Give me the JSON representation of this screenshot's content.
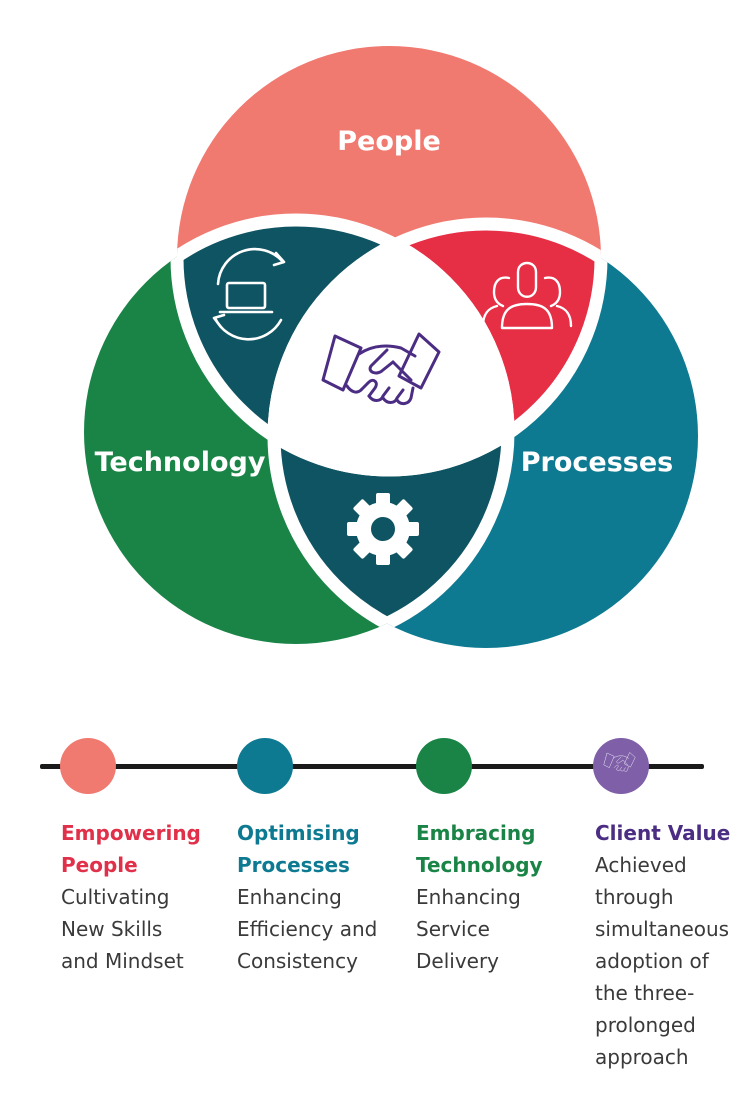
{
  "diagram": {
    "circles": [
      {
        "id": "people",
        "label": "People",
        "color": "#f07970"
      },
      {
        "id": "technology",
        "label": "Technology",
        "color": "#1a8447"
      },
      {
        "id": "processes",
        "label": "Processes",
        "color": "#0e7a91"
      }
    ],
    "overlap_colors": {
      "people_technology": "#0f5462",
      "people_processes": "#e62e45",
      "technology_processes": "#0f5462",
      "center": "#ffffff"
    },
    "icons": {
      "people_technology": "laptop-refresh-icon",
      "people_processes": "team-icon",
      "technology_processes": "gear-icon",
      "center": "handshake-icon"
    },
    "accent_purple": "#4b2d83"
  },
  "timeline": {
    "items": [
      {
        "title_line1": "Empowering",
        "title_line2": "People",
        "title_color": "#e0304a",
        "dot_color": "#f07970",
        "desc": [
          "Cultivating",
          "New Skills",
          "and Mindset"
        ]
      },
      {
        "title_line1": "Optimising",
        "title_line2": "Processes",
        "title_color": "#0e7a91",
        "dot_color": "#0e7a91",
        "desc": [
          "Enhancing",
          "Efficiency and",
          "Consistency"
        ]
      },
      {
        "title_line1": "Embracing",
        "title_line2": "Technology",
        "title_color": "#1a8447",
        "dot_color": "#1a8447",
        "desc": [
          "Enhancing",
          "Service",
          "Delivery"
        ]
      },
      {
        "title_line1": "Client Value",
        "title_color": "#4b2d83",
        "dot_color": "#7e5fa8",
        "dot_icon": "handshake-icon",
        "desc": [
          "Achieved",
          "through",
          "simultaneous",
          "adoption of",
          "the three-",
          "prolonged",
          "approach"
        ]
      }
    ]
  }
}
